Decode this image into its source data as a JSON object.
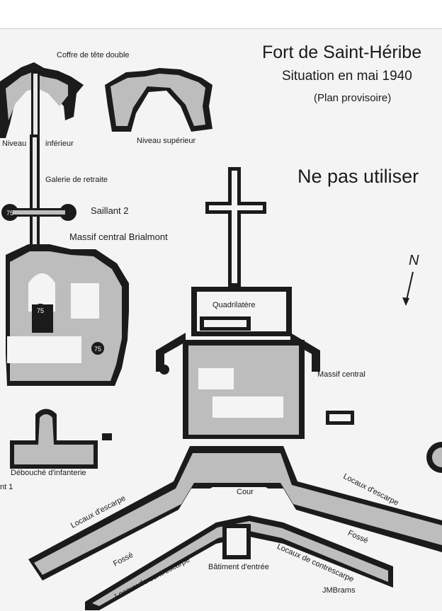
{
  "title": "Fort de Saint-Héribe",
  "subtitle": "Situation en mai 1940",
  "note": "(Plan provisoire)",
  "warning": "Ne pas utiliser",
  "north": "N",
  "labels": {
    "coffre": "Coffre de tête double",
    "niveau_inf_a": "Niveau",
    "niveau_inf_b": "inférieur",
    "niveau_sup": "Niveau supérieur",
    "galerie": "Galerie de retraite",
    "saillant": "Saillant 2",
    "massif_brialmont": "Massif central Brialmont",
    "quadrilatere": "Quadrilatère",
    "massif_central": "Massif central",
    "debouche": "Débouché d'infanterie",
    "fragment": "nt 1",
    "cour": "Cour",
    "locaux_escarpe_left": "Locaux d'escarpe",
    "locaux_escarpe_right": "Locaux d'escarpe",
    "fosse_left": "Fossé",
    "fosse_right": "Fossé",
    "contrescarpe_left": "Locaux de contrescarpe",
    "contrescarpe_right": "Locaux de contrescarpe",
    "batiment": "Bâtiment d'entrée",
    "author": "JMBrams"
  },
  "markers": [
    "75",
    "75",
    "75"
  ],
  "colors": {
    "wall": "#1b1b1b",
    "fill": "#bdbdbd",
    "paper": "#f4f4f4"
  }
}
